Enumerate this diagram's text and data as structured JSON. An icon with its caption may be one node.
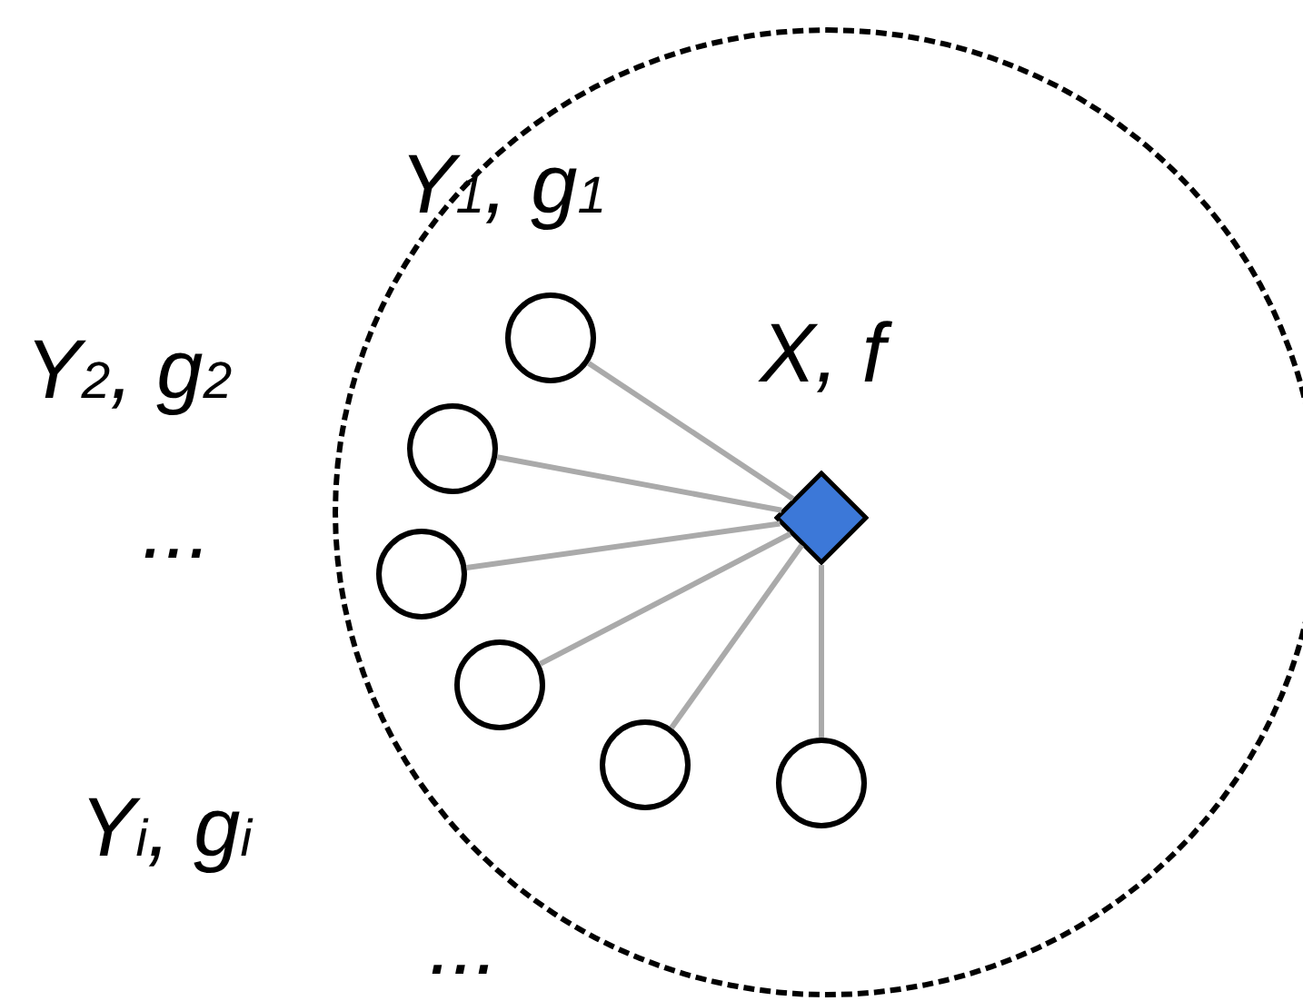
{
  "diagram": {
    "nodes": [
      {
        "text": [],
        "shape": "circle"
      },
      {
        "text": [],
        "shape": "diamond",
        "beside": [
          "X, f"
        ],
        "in": 0
      },
      {
        "text": [],
        "shape": "circle",
        "in": 0
      },
      {
        "text": [],
        "shape": "circle",
        "in": 0
      },
      {
        "text": [],
        "shape": "circle",
        "in": 0
      },
      {
        "text": [],
        "shape": "circle",
        "in": 0
      },
      {
        "text": [],
        "shape": "circle",
        "in": 0
      },
      {
        "text": [],
        "shape": "circle",
        "in": 0
      }
    ],
    "edges": [
      {
        "from": 1,
        "to": 2,
        "arrow": "none"
      },
      {
        "from": 1,
        "to": 3,
        "arrow": "none"
      },
      {
        "from": 1,
        "to": 4,
        "arrow": "none"
      },
      {
        "from": 1,
        "to": 5,
        "arrow": "none"
      },
      {
        "from": 1,
        "to": 6,
        "arrow": "none"
      },
      {
        "from": 1,
        "to": 7,
        "arrow": "none"
      }
    ],
    "labels": [
      "Y$_{1}$, g$_{1}$",
      "Y$_{2}$, g$_{2}$",
      "...",
      "Y$_{i}$, g$_{i}$",
      "..."
    ]
  }
}
